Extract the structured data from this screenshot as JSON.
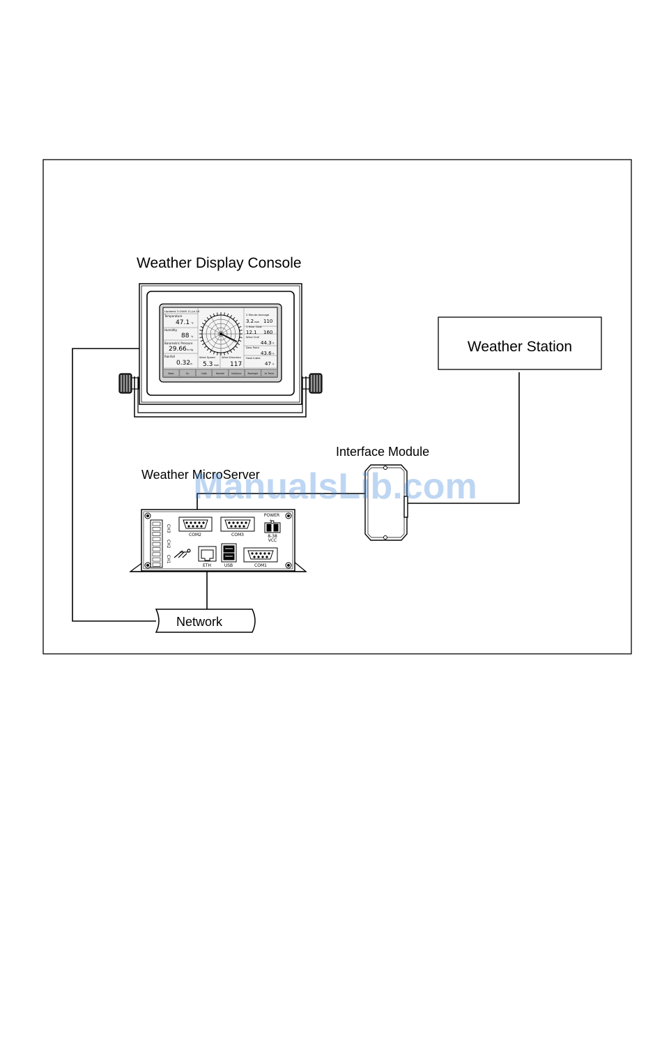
{
  "labels": {
    "console": "Weather Display Console",
    "station": "Weather Station",
    "interface": "Interface Module",
    "microserver": "Weather MicroServer",
    "network": "Network"
  },
  "watermark": "ManualsLib.com",
  "screen": {
    "header": "Updated 3:15AM 11-Jul-16",
    "cells": [
      {
        "label": "Temperature",
        "value": "47.1",
        "unit": "°F"
      },
      {
        "label": "Humidity",
        "value": "88",
        "unit": "%"
      },
      {
        "label": "Barometric Pressure",
        "value": "29.66",
        "unit": "in Hg"
      },
      {
        "label": "Rainfall",
        "value": "0.32",
        "unit": "in"
      }
    ],
    "right": [
      {
        "label": "2 Minute Average",
        "value": "3.2",
        "unit": "mph",
        "value2": "110"
      },
      {
        "label": "1 Hour Gust",
        "value": "12.1",
        "unit": "",
        "value2": "160"
      },
      {
        "label": "Wind Chill",
        "value": "44.3",
        "unit": "°F",
        "value2": ""
      },
      {
        "label": "Dew Point",
        "value": "43.6",
        "unit": "°F",
        "value2": ""
      },
      {
        "label": "Heat Index",
        "value": "47",
        "unit": "°F",
        "value2": ""
      }
    ],
    "wind_speed": {
      "label": "Wind Speed",
      "value": "5.3",
      "unit": "mph"
    },
    "wind_dir": {
      "label": "Wind Direction",
      "value": "117",
      "unit": "°"
    },
    "tabs": [
      "Basic",
      "Gu",
      "Calib",
      "Rainfall",
      "Info/Sync",
      "Backlight",
      "Lb Trend"
    ]
  },
  "ports": {
    "com2": "COM2",
    "com3": "COM3",
    "com1": "COM1",
    "eth": "ETH",
    "usb": "USB",
    "power": "POWER",
    "polarity": "+ -",
    "voltage": "8-38",
    "vcc": "VCC",
    "ch3": "CH3",
    "ch2": "CH2",
    "ch1": "CH1"
  }
}
